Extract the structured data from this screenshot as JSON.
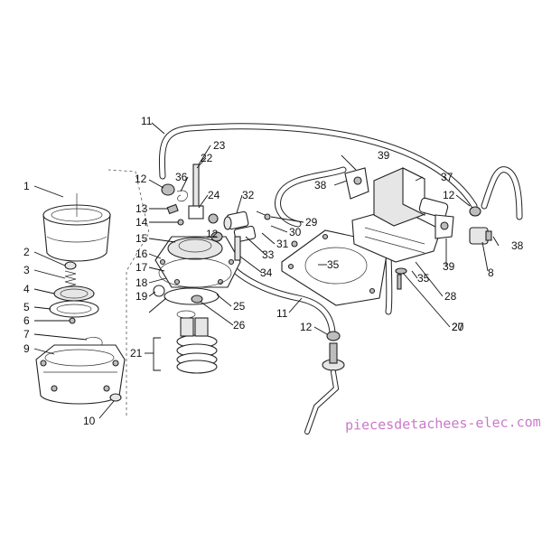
{
  "diagram": {
    "watermark": "piecesdetachees-elec.com",
    "callouts": [
      {
        "id": "c1",
        "label": "1"
      },
      {
        "id": "c2",
        "label": "2"
      },
      {
        "id": "c3",
        "label": "3"
      },
      {
        "id": "c4",
        "label": "4"
      },
      {
        "id": "c5",
        "label": "5"
      },
      {
        "id": "c6",
        "label": "6"
      },
      {
        "id": "c7",
        "label": "7"
      },
      {
        "id": "c9",
        "label": "9"
      },
      {
        "id": "c10",
        "label": "10"
      },
      {
        "id": "c11a",
        "label": "11"
      },
      {
        "id": "c11b",
        "label": "11"
      },
      {
        "id": "c12a",
        "label": "12"
      },
      {
        "id": "c12b",
        "label": "12"
      },
      {
        "id": "c12c",
        "label": "12"
      },
      {
        "id": "c12d",
        "label": "12"
      },
      {
        "id": "c13",
        "label": "13"
      },
      {
        "id": "c14",
        "label": "14"
      },
      {
        "id": "c15",
        "label": "15"
      },
      {
        "id": "c16",
        "label": "16"
      },
      {
        "id": "c17",
        "label": "17"
      },
      {
        "id": "c18",
        "label": "18"
      },
      {
        "id": "c19",
        "label": "19"
      },
      {
        "id": "c20",
        "label": "20"
      },
      {
        "id": "c21",
        "label": "21"
      },
      {
        "id": "c22",
        "label": "22"
      },
      {
        "id": "c23",
        "label": "23"
      },
      {
        "id": "c24",
        "label": "24"
      },
      {
        "id": "c25",
        "label": "25"
      },
      {
        "id": "c26",
        "label": "26"
      },
      {
        "id": "c27",
        "label": "27"
      },
      {
        "id": "c28",
        "label": "28"
      },
      {
        "id": "c29",
        "label": "29"
      },
      {
        "id": "c30",
        "label": "30"
      },
      {
        "id": "c31",
        "label": "31"
      },
      {
        "id": "c32",
        "label": "32"
      },
      {
        "id": "c33",
        "label": "33"
      },
      {
        "id": "c34",
        "label": "34"
      },
      {
        "id": "c35a",
        "label": "35"
      },
      {
        "id": "c35b",
        "label": "35"
      },
      {
        "id": "c36",
        "label": "36"
      },
      {
        "id": "c37",
        "label": "37"
      },
      {
        "id": "c38a",
        "label": "38"
      },
      {
        "id": "c38b",
        "label": "38"
      },
      {
        "id": "c39a",
        "label": "39"
      },
      {
        "id": "c39b",
        "label": "39"
      },
      {
        "id": "c8",
        "label": "8"
      }
    ]
  }
}
